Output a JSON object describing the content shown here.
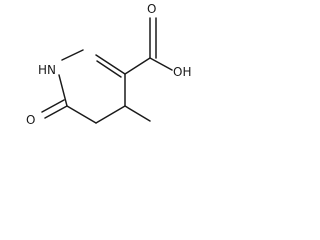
{
  "molecule": {
    "atoms": {
      "carboxyl_oxygen_double": "O",
      "carboxyl_hydroxyl": "OH",
      "ring_nh": "HN",
      "ketone_oxygen": "O"
    }
  }
}
